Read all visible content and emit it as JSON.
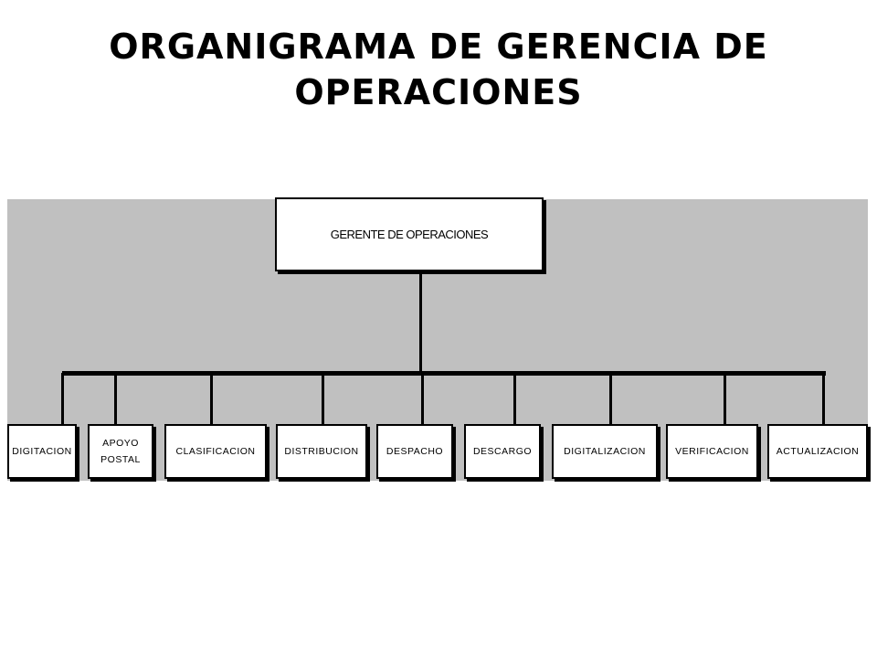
{
  "title": {
    "line1": "ORGANIGRAMA DE GERENCIA DE",
    "line2": "OPERACIONES"
  },
  "root": {
    "label": "GERENTE DE OPERACIONES"
  },
  "departments": [
    {
      "label": "DIGITACION"
    },
    {
      "label": "APOYO POSTAL"
    },
    {
      "label": "CLASIFICACION"
    },
    {
      "label": "DISTRIBUCION"
    },
    {
      "label": "DESPACHO"
    },
    {
      "label": "DESCARGO"
    },
    {
      "label": "DIGITALIZACION"
    },
    {
      "label": "VERIFICACION"
    },
    {
      "label": "ACTUALIZACION"
    }
  ],
  "colors": {
    "panel": "#c0c0c0",
    "box": "#ffffff",
    "line": "#000000"
  }
}
